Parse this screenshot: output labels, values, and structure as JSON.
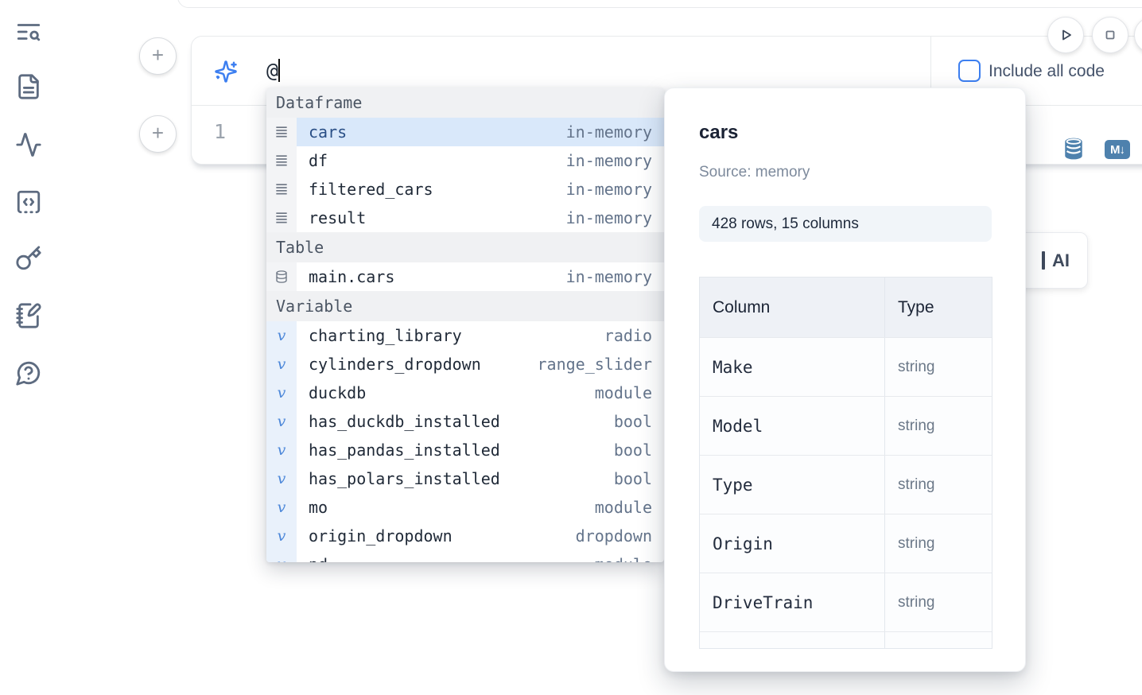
{
  "sidebar": {
    "icons": [
      "table-of-contents-search",
      "file-document",
      "activity-tracer",
      "code-snippets",
      "secrets-key",
      "scratchpad-notebook",
      "help-chat"
    ]
  },
  "cell": {
    "line_number": "1"
  },
  "prompt": {
    "value": "@",
    "checkbox_label": "Include all code",
    "checkbox_checked": false
  },
  "completion": {
    "sections": [
      {
        "label": "Dataframe",
        "items": [
          {
            "name": "cars",
            "meta": "in-memory",
            "selected": true
          },
          {
            "name": "df",
            "meta": "in-memory"
          },
          {
            "name": "filtered_cars",
            "meta": "in-memory"
          },
          {
            "name": "result",
            "meta": "in-memory"
          }
        ]
      },
      {
        "label": "Table",
        "items": [
          {
            "name": "main.cars",
            "meta": "in-memory"
          }
        ]
      },
      {
        "label": "Variable",
        "items": [
          {
            "name": "charting_library",
            "meta": "radio"
          },
          {
            "name": "cylinders_dropdown",
            "meta": "range_slider"
          },
          {
            "name": "duckdb",
            "meta": "module"
          },
          {
            "name": "has_duckdb_installed",
            "meta": "bool"
          },
          {
            "name": "has_pandas_installed",
            "meta": "bool"
          },
          {
            "name": "has_polars_installed",
            "meta": "bool"
          },
          {
            "name": "mo",
            "meta": "module"
          },
          {
            "name": "origin_dropdown",
            "meta": "dropdown"
          },
          {
            "name": "pd",
            "meta": "module"
          }
        ]
      }
    ],
    "variable_icon_glyph": "v"
  },
  "preview": {
    "title": "cars",
    "source": "Source: memory",
    "shape_badge": "428 rows, 15 columns",
    "table": {
      "headers": [
        "Column",
        "Type"
      ],
      "rows": [
        [
          "Make",
          "string"
        ],
        [
          "Model",
          "string"
        ],
        [
          "Type",
          "string"
        ],
        [
          "Origin",
          "string"
        ],
        [
          "DriveTrain",
          "string"
        ]
      ]
    }
  },
  "ai_button": {
    "visible_label": "AI"
  },
  "cell_actions": {
    "markdown_badge": "M↓"
  },
  "colors": {
    "accent_blue": "#3d7ff0",
    "steel_blue": "#4e81ad",
    "selection_bg": "#d9e8fa",
    "selected_text": "#2a4f86"
  }
}
